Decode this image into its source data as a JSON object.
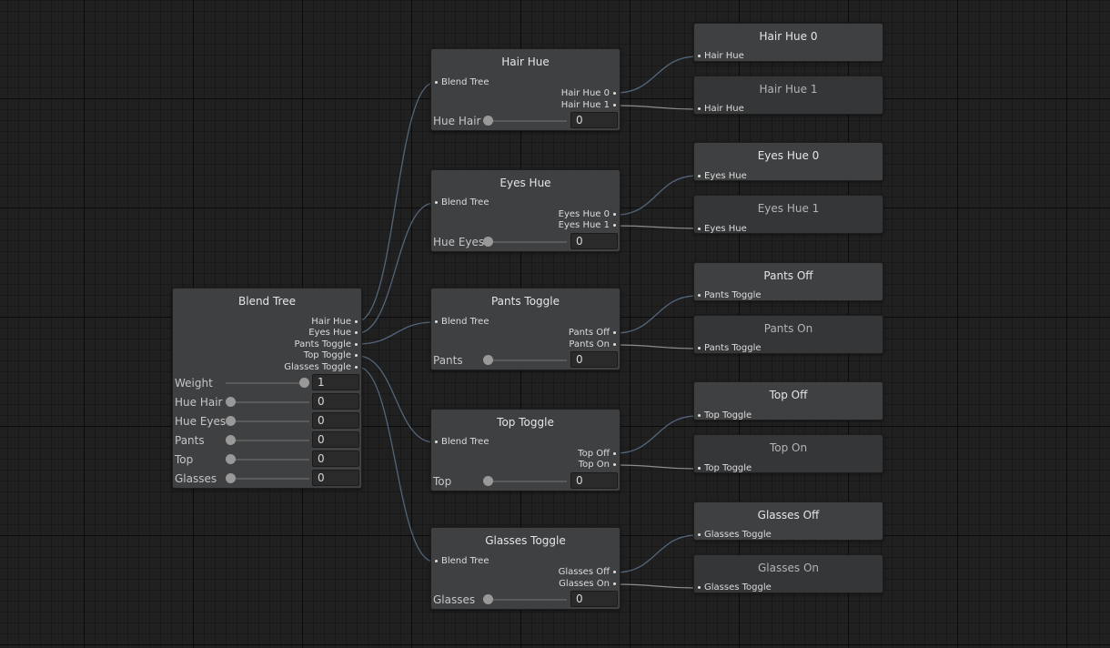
{
  "blend_tree": {
    "title": "Blend Tree",
    "outputs": [
      "Hair Hue",
      "Eyes Hue",
      "Pants Toggle",
      "Top Toggle",
      "Glasses Toggle"
    ],
    "params": [
      {
        "label": "Weight",
        "value": "1",
        "level": 1.0
      },
      {
        "label": "Hue Hair",
        "value": "0",
        "level": 0
      },
      {
        "label": "Hue Eyes",
        "value": "0",
        "level": 0
      },
      {
        "label": "Pants",
        "value": "0",
        "level": 0
      },
      {
        "label": "Top",
        "value": "0",
        "level": 0
      },
      {
        "label": "Glasses",
        "value": "0",
        "level": 0
      }
    ]
  },
  "mid_nodes": [
    {
      "title": "Hair Hue",
      "input": "Blend Tree",
      "outputs": [
        "Hair Hue 0",
        "Hair Hue 1"
      ],
      "param_label": "Hue Hair",
      "param_value": "0",
      "level": 0
    },
    {
      "title": "Eyes Hue",
      "input": "Blend Tree",
      "outputs": [
        "Eyes Hue 0",
        "Eyes Hue 1"
      ],
      "param_label": "Hue Eyes",
      "param_value": "0",
      "level": 0
    },
    {
      "title": "Pants Toggle",
      "input": "Blend Tree",
      "outputs": [
        "Pants Off",
        "Pants On"
      ],
      "param_label": "Pants",
      "param_value": "0",
      "level": 0
    },
    {
      "title": "Top Toggle",
      "input": "Blend Tree",
      "outputs": [
        "Top Off",
        "Top On"
      ],
      "param_label": "Top",
      "param_value": "0",
      "level": 0
    },
    {
      "title": "Glasses Toggle",
      "input": "Blend Tree",
      "outputs": [
        "Glasses Off",
        "Glasses On"
      ],
      "param_label": "Glasses",
      "param_value": "0",
      "level": 0
    }
  ],
  "leaf_nodes": [
    {
      "title": "Hair Hue 0",
      "input": "Hair Hue",
      "active": true
    },
    {
      "title": "Hair Hue 1",
      "input": "Hair Hue",
      "active": false
    },
    {
      "title": "Eyes Hue 0",
      "input": "Eyes Hue",
      "active": true
    },
    {
      "title": "Eyes Hue 1",
      "input": "Eyes Hue",
      "active": false
    },
    {
      "title": "Pants Off",
      "input": "Pants Toggle",
      "active": true
    },
    {
      "title": "Pants On",
      "input": "Pants Toggle",
      "active": false
    },
    {
      "title": "Top Off",
      "input": "Top Toggle",
      "active": true
    },
    {
      "title": "Top On",
      "input": "Top Toggle",
      "active": false
    },
    {
      "title": "Glasses Off",
      "input": "Glasses Toggle",
      "active": true
    },
    {
      "title": "Glasses On",
      "input": "Glasses Toggle",
      "active": false
    }
  ],
  "colors": {
    "active_wire": "#53657a",
    "inactive_wire": "#8c8c8c"
  }
}
